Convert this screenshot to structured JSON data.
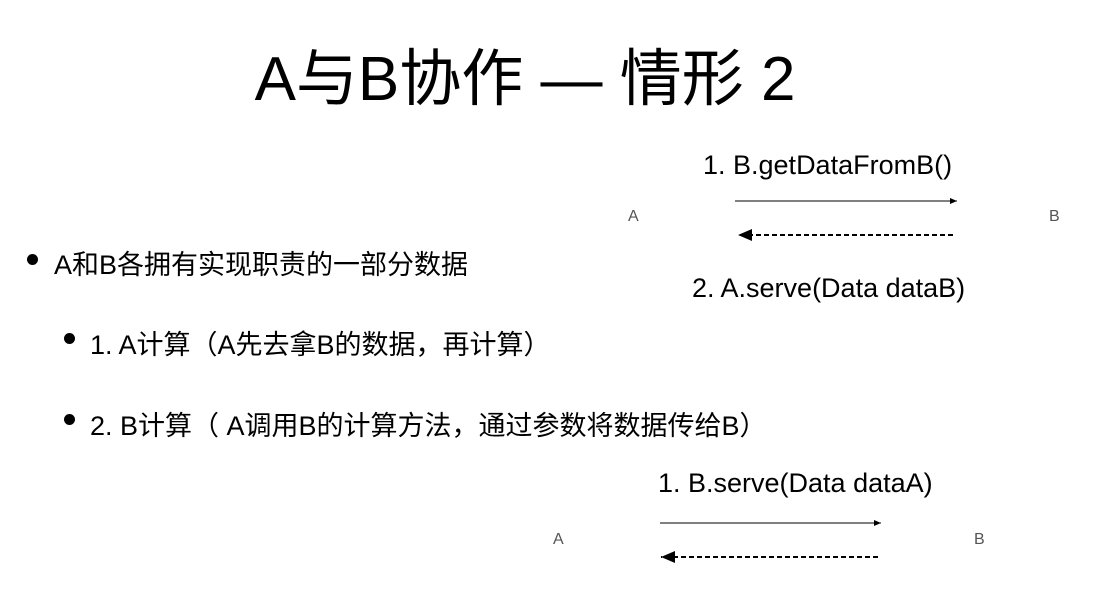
{
  "title": "A与B协作 — 情形 2",
  "bullets": [
    {
      "text": "A和B各拥有实现职责的一部分数据",
      "level": 1
    },
    {
      "text": "1. A计算（A先去拿B的数据，再计算）",
      "level": 2
    },
    {
      "text": "2. B计算（ A调用B的计算方法，通过参数将数据传给B）",
      "level": 2
    }
  ],
  "diagram1": {
    "node_a": "A",
    "node_b": "B",
    "call_label": "1.  B.getDataFromB()",
    "return_label": "2. A.serve(Data dataB)"
  },
  "diagram2": {
    "node_a": "A",
    "node_b": "B",
    "call_label": "1. B.serve(Data dataA)"
  }
}
